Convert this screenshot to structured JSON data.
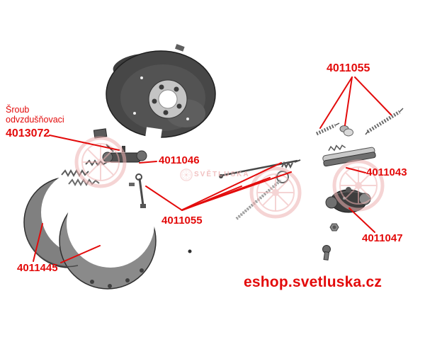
{
  "callouts": {
    "springs_top": {
      "part_no": "4011055"
    },
    "bleeder": {
      "name": "Šroub\nodvzdušňovaci",
      "part_no": "4013072"
    },
    "cylinder_front": {
      "part_no": "4011046"
    },
    "shoe_right": {
      "part_no": "4011043"
    },
    "springs_center": {
      "part_no": "4011055"
    },
    "cylinder_rear": {
      "part_no": "4011047"
    },
    "shoes_left": {
      "part_no": "4011445"
    }
  },
  "footer": {
    "shop_url": "eshop.svetluska.cz"
  },
  "watermark": {
    "brand": "SVĚTLUSKA"
  },
  "colors": {
    "label_red": "#e30b0b",
    "line_red": "#e30b0b",
    "watermark_pink": "#eeb2b2",
    "part_gray": "#555555"
  }
}
